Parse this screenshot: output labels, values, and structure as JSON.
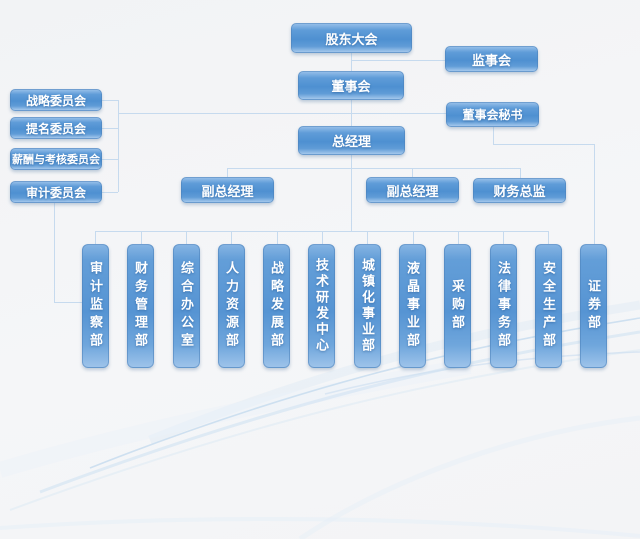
{
  "org": {
    "shareholders": {
      "label": "股东大会"
    },
    "supervisory": {
      "label": "监事会"
    },
    "board": {
      "label": "董事会"
    },
    "secretary": {
      "label": "董事会秘书"
    },
    "general_manager": {
      "label": "总经理"
    },
    "committees": [
      {
        "label": "战略委员会"
      },
      {
        "label": "提名委员会"
      },
      {
        "label": "薪酬与考核委员会"
      },
      {
        "label": "审计委员会"
      }
    ],
    "executives": [
      {
        "label": "副总经理"
      },
      {
        "label": "副总经理"
      },
      {
        "label": "财务总监"
      }
    ],
    "departments": [
      {
        "label": "审计监察部"
      },
      {
        "label": "财务管理部"
      },
      {
        "label": "综合办公室"
      },
      {
        "label": "人力资源部"
      },
      {
        "label": "战略发展部"
      },
      {
        "label": "技术研发中心"
      },
      {
        "label": "城镇化事业部"
      },
      {
        "label": "液晶事业部"
      },
      {
        "label": "采购部"
      },
      {
        "label": "法律事务部"
      },
      {
        "label": "安全生产部"
      },
      {
        "label": "证券部"
      }
    ]
  },
  "colors": {
    "node_blue": "#4e90d1",
    "node_highlight": "#93bde8",
    "connector": "#c6daee",
    "background": "#f3f4f6",
    "node_text": "#ffffff"
  }
}
